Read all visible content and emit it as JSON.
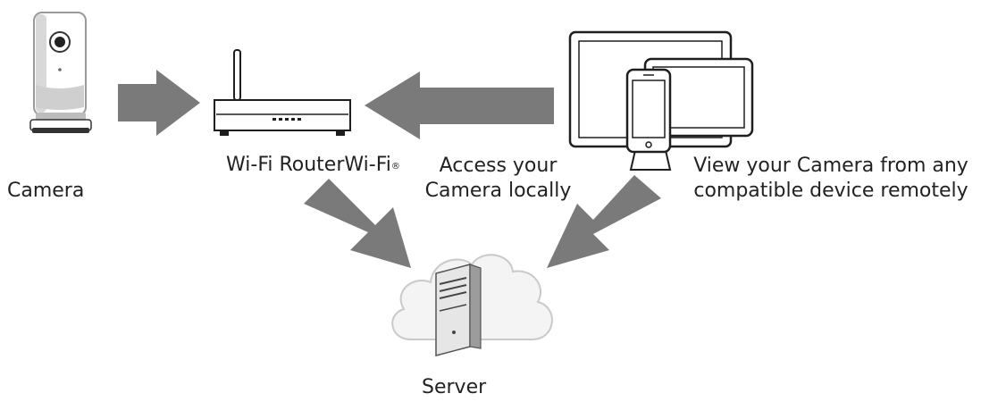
{
  "labels": {
    "camera": "Camera",
    "router_main": "Wi-Fi RouterWi-Fi",
    "router_mark": "®",
    "access_line1": "Access your",
    "access_line2": "Camera locally",
    "view_line1": "View your Camera from any",
    "view_line2": "compatible device remotely",
    "server": "Server"
  },
  "icons": {
    "camera": "baby-camera-icon",
    "router": "wifi-router-icon",
    "devices": "monitor-tablet-phone-icon",
    "server": "cloud-server-icon"
  },
  "colors": {
    "arrow": "#7a7a7a",
    "outline": "#1e1e1e",
    "text": "#222222"
  }
}
